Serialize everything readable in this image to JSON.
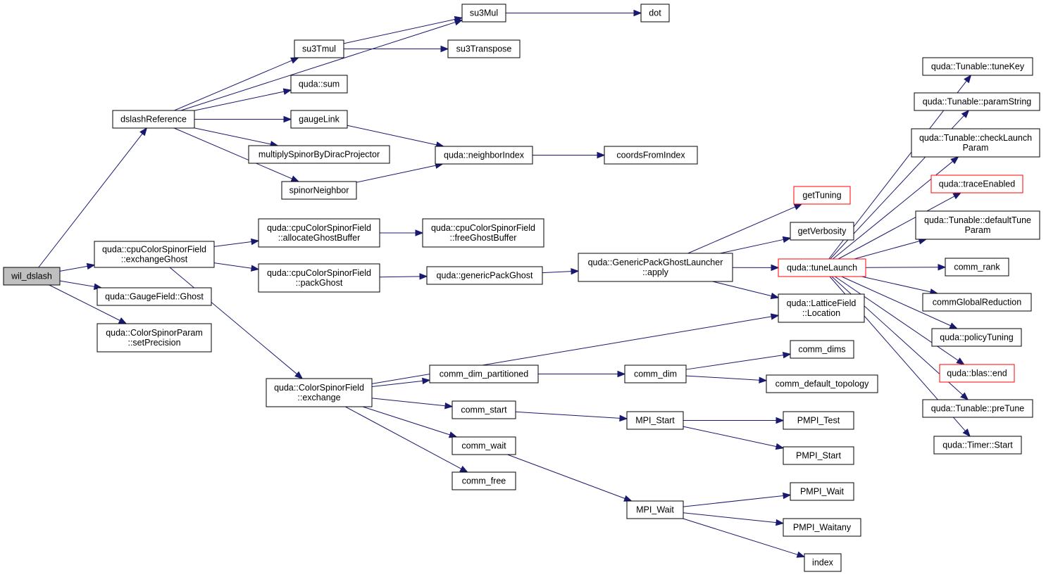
{
  "nodes": [
    {
      "id": "wil_dslash",
      "lines": [
        "wil_dslash"
      ],
      "root": true
    },
    {
      "id": "dslashReference",
      "lines": [
        "dslashReference"
      ]
    },
    {
      "id": "su3Mul",
      "lines": [
        "su3Mul"
      ]
    },
    {
      "id": "dot",
      "lines": [
        "dot"
      ]
    },
    {
      "id": "su3Tmul",
      "lines": [
        "su3Tmul"
      ]
    },
    {
      "id": "su3Transpose",
      "lines": [
        "su3Transpose"
      ]
    },
    {
      "id": "sum",
      "lines": [
        "quda::sum"
      ]
    },
    {
      "id": "gaugeLink",
      "lines": [
        "gaugeLink"
      ]
    },
    {
      "id": "multiplySpinor",
      "lines": [
        "multiplySpinorByDiracProjector"
      ]
    },
    {
      "id": "neighborIndex",
      "lines": [
        "quda::neighborIndex"
      ]
    },
    {
      "id": "coordsFromIndex",
      "lines": [
        "coordsFromIndex"
      ]
    },
    {
      "id": "spinorNeighbor",
      "lines": [
        "spinorNeighbor"
      ]
    },
    {
      "id": "exchangeGhost",
      "lines": [
        "quda::cpuColorSpinorField",
        "::exchangeGhost"
      ]
    },
    {
      "id": "allocateGhostBuffer",
      "lines": [
        "quda::cpuColorSpinorField",
        "::allocateGhostBuffer"
      ]
    },
    {
      "id": "freeGhostBuffer",
      "lines": [
        "quda::cpuColorSpinorField",
        "::freeGhostBuffer"
      ]
    },
    {
      "id": "packGhost",
      "lines": [
        "quda::cpuColorSpinorField",
        "::packGhost"
      ]
    },
    {
      "id": "genericPackGhost",
      "lines": [
        "quda::genericPackGhost"
      ]
    },
    {
      "id": "launcherApply",
      "lines": [
        "quda::GenericPackGhostLauncher",
        "::apply"
      ]
    },
    {
      "id": "gaugeGhost",
      "lines": [
        "quda::GaugeField::Ghost"
      ]
    },
    {
      "id": "setPrecision",
      "lines": [
        "quda::ColorSpinorParam",
        "::setPrecision"
      ]
    },
    {
      "id": "getTuning",
      "lines": [
        "getTuning"
      ],
      "red": true
    },
    {
      "id": "getVerbosity",
      "lines": [
        "getVerbosity"
      ]
    },
    {
      "id": "tuneLaunch",
      "lines": [
        "quda::tuneLaunch"
      ],
      "red": true
    },
    {
      "id": "location",
      "lines": [
        "quda::LatticeField",
        "::Location"
      ]
    },
    {
      "id": "tuneKey",
      "lines": [
        "quda::Tunable::tuneKey"
      ]
    },
    {
      "id": "paramString",
      "lines": [
        "quda::Tunable::paramString"
      ]
    },
    {
      "id": "checkLaunchParam",
      "lines": [
        "quda::Tunable::checkLaunch",
        "Param"
      ]
    },
    {
      "id": "traceEnabled",
      "lines": [
        "quda::traceEnabled"
      ],
      "red": true
    },
    {
      "id": "defaultTuneParam",
      "lines": [
        "quda::Tunable::defaultTune",
        "Param"
      ]
    },
    {
      "id": "comm_rank",
      "lines": [
        "comm_rank"
      ]
    },
    {
      "id": "commGlobalReduction",
      "lines": [
        "commGlobalReduction"
      ]
    },
    {
      "id": "policyTuning",
      "lines": [
        "quda::policyTuning"
      ]
    },
    {
      "id": "blasEnd",
      "lines": [
        "quda::blas::end"
      ],
      "red": true
    },
    {
      "id": "preTune",
      "lines": [
        "quda::Tunable::preTune"
      ]
    },
    {
      "id": "timerStart",
      "lines": [
        "quda::Timer::Start"
      ]
    },
    {
      "id": "exchange",
      "lines": [
        "quda::ColorSpinorField",
        "::exchange"
      ]
    },
    {
      "id": "comm_dim_partitioned",
      "lines": [
        "comm_dim_partitioned"
      ]
    },
    {
      "id": "comm_dim",
      "lines": [
        "comm_dim"
      ]
    },
    {
      "id": "comm_dims",
      "lines": [
        "comm_dims"
      ]
    },
    {
      "id": "comm_default_topology",
      "lines": [
        "comm_default_topology"
      ]
    },
    {
      "id": "comm_start",
      "lines": [
        "comm_start"
      ]
    },
    {
      "id": "MPI_Start",
      "lines": [
        "MPI_Start"
      ]
    },
    {
      "id": "PMPI_Test",
      "lines": [
        "PMPI_Test"
      ]
    },
    {
      "id": "PMPI_Start",
      "lines": [
        "PMPI_Start"
      ]
    },
    {
      "id": "comm_wait",
      "lines": [
        "comm_wait"
      ]
    },
    {
      "id": "comm_free",
      "lines": [
        "comm_free"
      ]
    },
    {
      "id": "MPI_Wait",
      "lines": [
        "MPI_Wait"
      ]
    },
    {
      "id": "PMPI_Wait",
      "lines": [
        "PMPI_Wait"
      ]
    },
    {
      "id": "PMPI_Waitany",
      "lines": [
        "PMPI_Waitany"
      ]
    },
    {
      "id": "index",
      "lines": [
        "index"
      ]
    }
  ],
  "edges": [
    [
      "wil_dslash",
      "dslashReference"
    ],
    [
      "wil_dslash",
      "exchangeGhost"
    ],
    [
      "wil_dslash",
      "gaugeGhost"
    ],
    [
      "wil_dslash",
      "setPrecision"
    ],
    [
      "dslashReference",
      "su3Mul"
    ],
    [
      "dslashReference",
      "su3Tmul"
    ],
    [
      "dslashReference",
      "sum"
    ],
    [
      "dslashReference",
      "gaugeLink"
    ],
    [
      "dslashReference",
      "multiplySpinor"
    ],
    [
      "dslashReference",
      "spinorNeighbor"
    ],
    [
      "su3Mul",
      "dot"
    ],
    [
      "su3Tmul",
      "su3Mul"
    ],
    [
      "su3Tmul",
      "su3Transpose"
    ],
    [
      "gaugeLink",
      "neighborIndex"
    ],
    [
      "spinorNeighbor",
      "neighborIndex"
    ],
    [
      "neighborIndex",
      "coordsFromIndex"
    ],
    [
      "exchangeGhost",
      "allocateGhostBuffer"
    ],
    [
      "exchangeGhost",
      "packGhost"
    ],
    [
      "exchangeGhost",
      "exchange"
    ],
    [
      "allocateGhostBuffer",
      "freeGhostBuffer"
    ],
    [
      "packGhost",
      "genericPackGhost"
    ],
    [
      "genericPackGhost",
      "launcherApply"
    ],
    [
      "launcherApply",
      "getTuning"
    ],
    [
      "launcherApply",
      "getVerbosity"
    ],
    [
      "launcherApply",
      "tuneLaunch"
    ],
    [
      "launcherApply",
      "location"
    ],
    [
      "tuneLaunch",
      "tuneKey"
    ],
    [
      "tuneLaunch",
      "paramString"
    ],
    [
      "tuneLaunch",
      "checkLaunchParam"
    ],
    [
      "tuneLaunch",
      "traceEnabled"
    ],
    [
      "tuneLaunch",
      "defaultTuneParam"
    ],
    [
      "tuneLaunch",
      "comm_rank"
    ],
    [
      "tuneLaunch",
      "commGlobalReduction"
    ],
    [
      "tuneLaunch",
      "policyTuning"
    ],
    [
      "tuneLaunch",
      "blasEnd"
    ],
    [
      "tuneLaunch",
      "preTune"
    ],
    [
      "tuneLaunch",
      "timerStart"
    ],
    [
      "exchange",
      "location"
    ],
    [
      "exchange",
      "comm_dim_partitioned"
    ],
    [
      "exchange",
      "comm_start"
    ],
    [
      "exchange",
      "comm_wait"
    ],
    [
      "exchange",
      "comm_free"
    ],
    [
      "comm_dim_partitioned",
      "comm_dim"
    ],
    [
      "comm_dim",
      "comm_dims"
    ],
    [
      "comm_dim",
      "comm_default_topology"
    ],
    [
      "comm_start",
      "MPI_Start"
    ],
    [
      "MPI_Start",
      "PMPI_Test"
    ],
    [
      "MPI_Start",
      "PMPI_Start"
    ],
    [
      "comm_wait",
      "MPI_Wait"
    ],
    [
      "MPI_Wait",
      "PMPI_Wait"
    ],
    [
      "MPI_Wait",
      "PMPI_Waitany"
    ],
    [
      "MPI_Wait",
      "index"
    ]
  ]
}
